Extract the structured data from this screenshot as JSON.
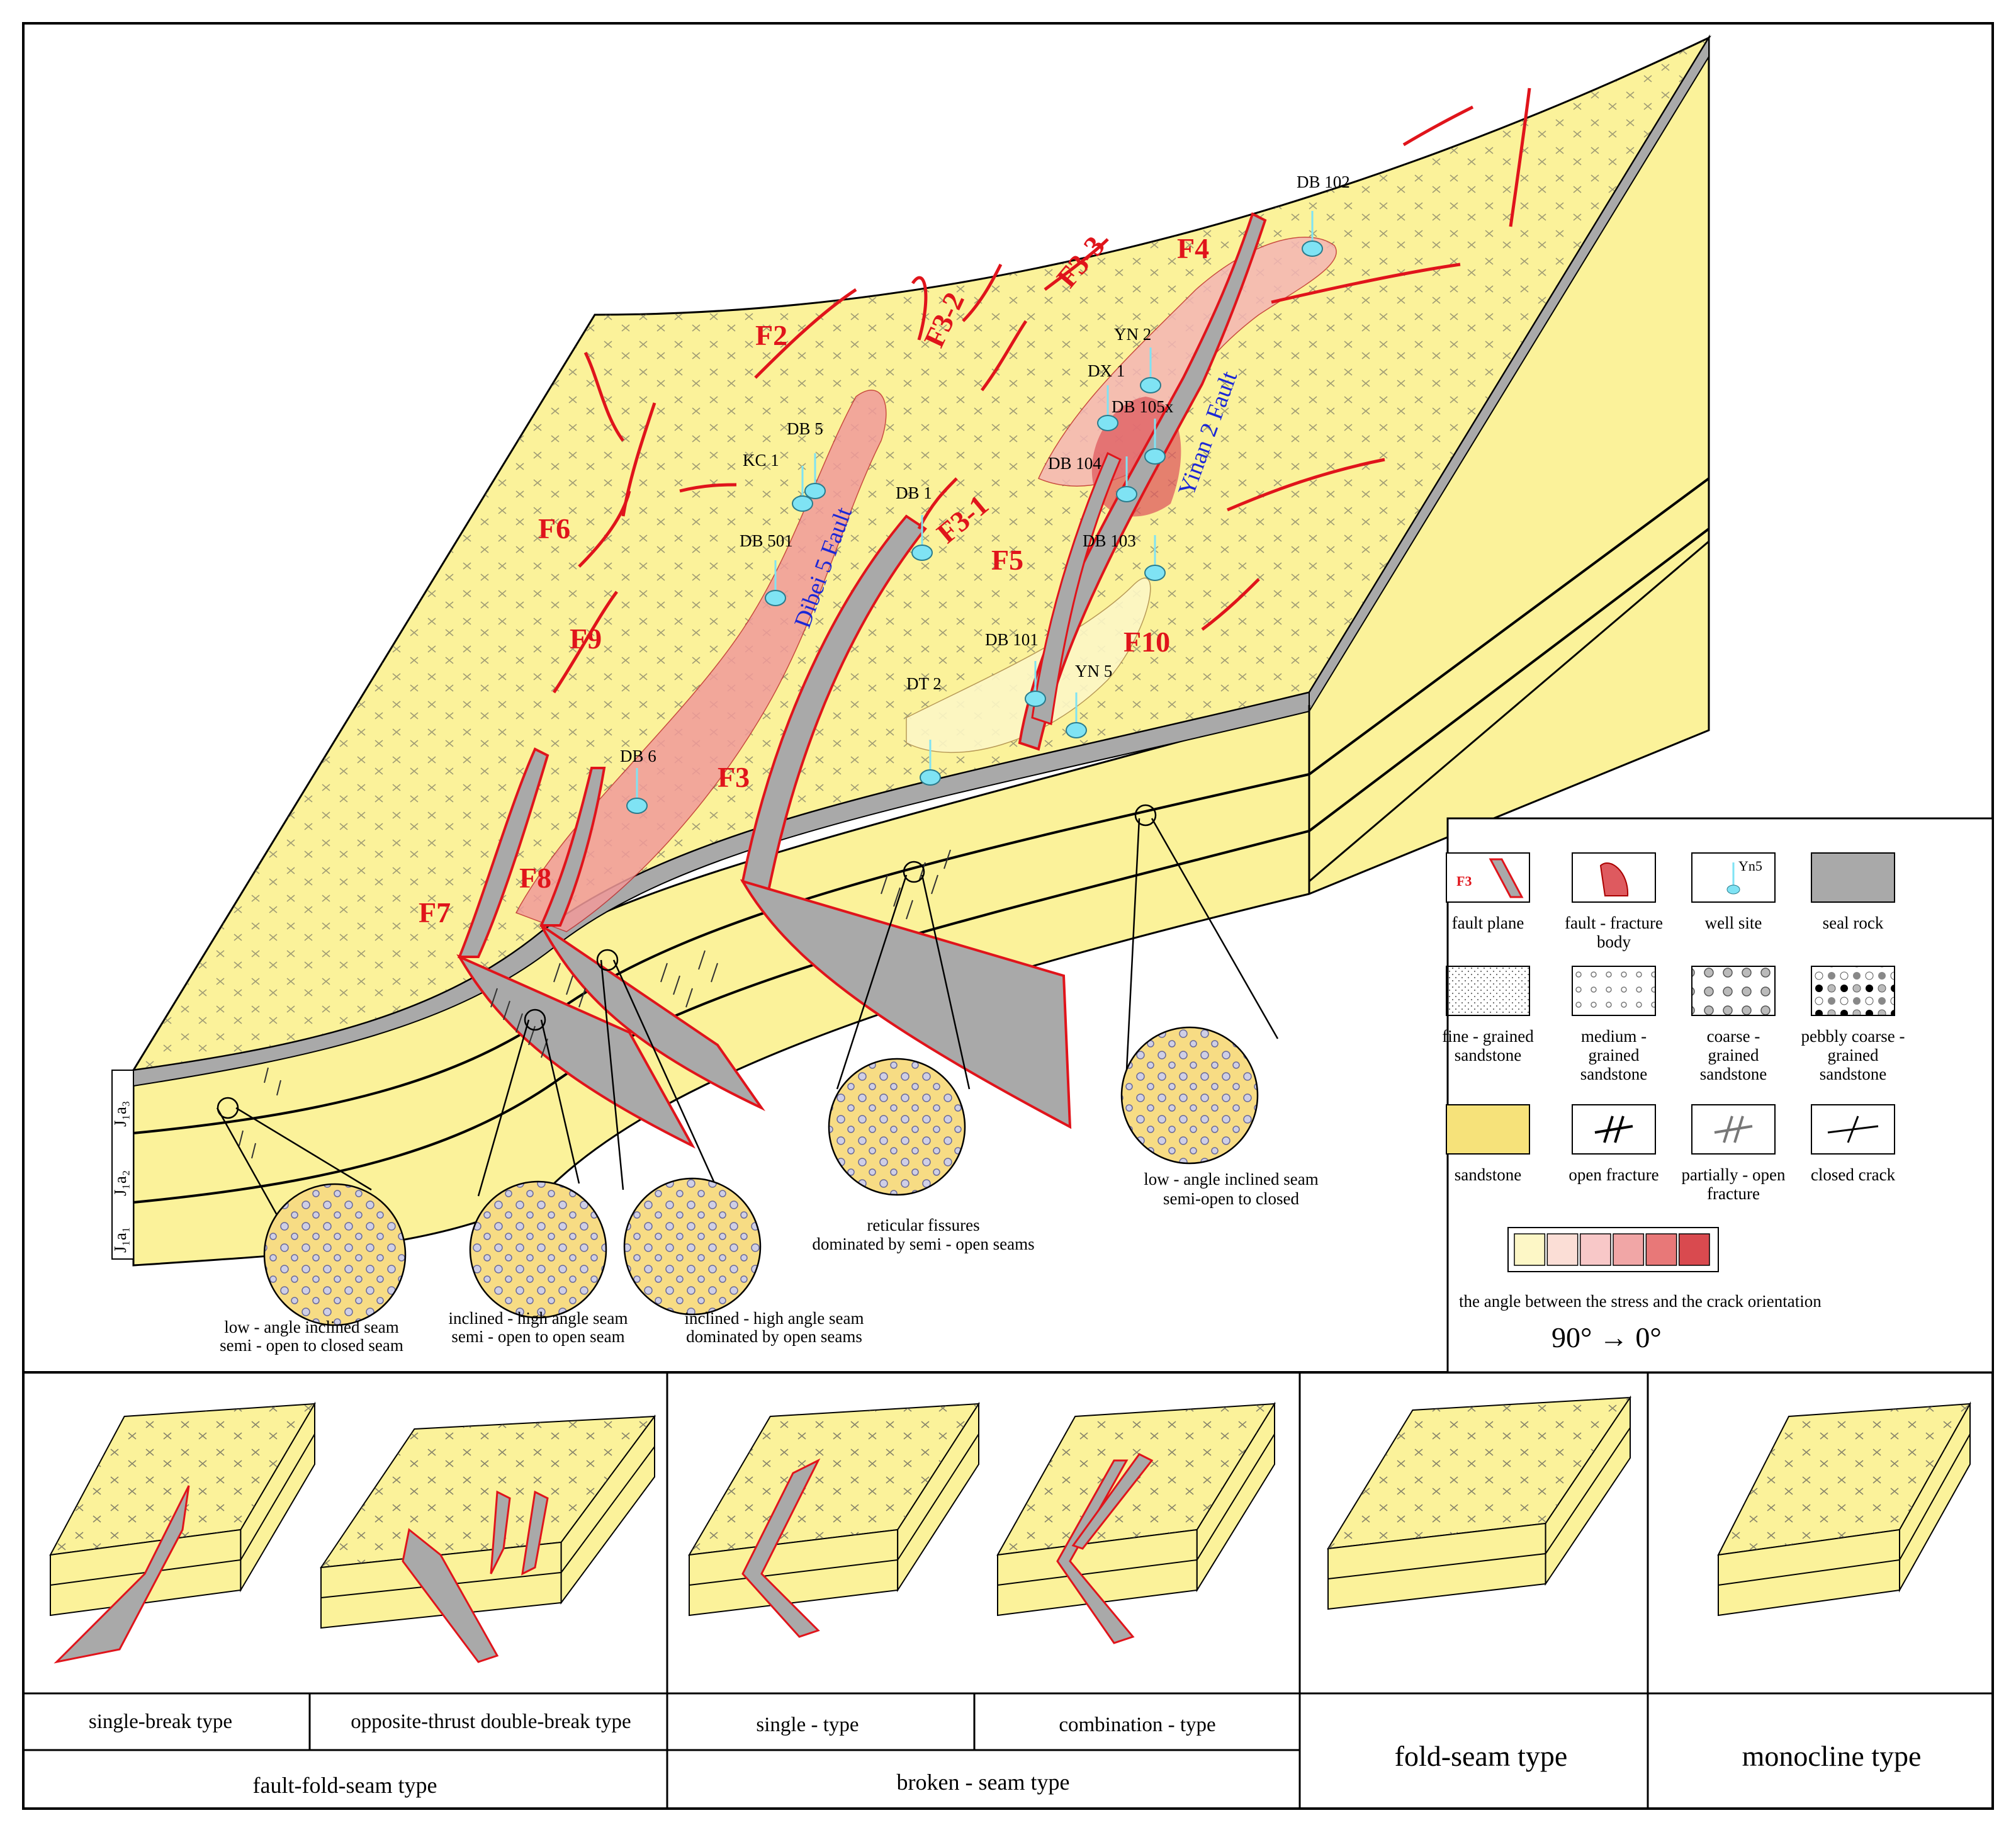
{
  "fault_labels": [
    "F2",
    "F3-2",
    "F3-3",
    "F4",
    "F6",
    "F3-1",
    "F5",
    "F9",
    "F10",
    "F3",
    "F8",
    "F7"
  ],
  "named_faults": {
    "dibei": "Dibei 5 Fault",
    "yinan": "Yinan 2 Fault"
  },
  "wells": [
    "DB 102",
    "YN 2",
    "DX 1",
    "DB 105x",
    "DB 5",
    "KC 1",
    "DB 104",
    "DB 1",
    "DB 501",
    "DB 103",
    "DB 101",
    "YN 5",
    "DT 2",
    "DB 6"
  ],
  "strata_labels": [
    "J₁a₃",
    "J₁a₂",
    "J₁a₁"
  ],
  "callouts": {
    "c1": [
      "low - angle inclined seam",
      "semi - open to closed seam"
    ],
    "c2": [
      "inclined - high angle seam",
      "semi - open to open seam"
    ],
    "c3": [
      "inclined - high angle seam",
      "dominated by open seams"
    ],
    "c4": [
      "reticular fissures",
      "dominated by semi - open seams"
    ],
    "c5": [
      "low - angle inclined seam",
      "semi-open to closed"
    ]
  },
  "legend": {
    "items": [
      {
        "name": "fault-plane",
        "label": [
          "fault plane"
        ],
        "symbol_text": "F3"
      },
      {
        "name": "fault-fracture-body",
        "label": [
          "fault - fracture",
          "body"
        ]
      },
      {
        "name": "well-site",
        "label": [
          "well site"
        ],
        "symbol_text": "Yn5"
      },
      {
        "name": "seal-rock",
        "label": [
          "seal rock"
        ]
      },
      {
        "name": "fine-grained-sandstone",
        "label": [
          "fine - grained",
          "sandstone"
        ]
      },
      {
        "name": "medium-grained-sandstone",
        "label": [
          "medium -",
          "grained",
          "sandstone"
        ]
      },
      {
        "name": "coarse-grained-sandstone",
        "label": [
          "coarse -",
          "grained",
          "sandstone"
        ]
      },
      {
        "name": "pebbly-coarse-grained-sandstone",
        "label": [
          "pebbly coarse -",
          "grained",
          "sandstone"
        ]
      },
      {
        "name": "sandstone",
        "label": [
          "sandstone"
        ]
      },
      {
        "name": "open-fracture",
        "label": [
          "open fracture"
        ]
      },
      {
        "name": "partially-open-fracture",
        "label": [
          "partially - open",
          "fracture"
        ]
      },
      {
        "name": "closed-crack",
        "label": [
          "closed crack"
        ]
      }
    ],
    "gradient_caption": "the angle between the stress and the crack orientation",
    "gradient_range": "90° → 0°",
    "gradient_colors": [
      "#fdf7c6",
      "#fbded6",
      "#f8c8c8",
      "#f1a6a6",
      "#e87878",
      "#d94a4f"
    ]
  },
  "types": {
    "sub_labels": [
      "single-break type",
      "opposite-thrust double-break type",
      "single - type",
      "combination - type"
    ],
    "categories": [
      "fault-fold-seam type",
      "broken - seam type",
      "fold-seam type",
      "monocline type"
    ]
  },
  "colors": {
    "sand": "#fbf29a",
    "sand_dark": "#f6e27a",
    "fault_red": "#e0141b",
    "seal_grey": "#a9a9a9",
    "well_cyan": "#7fe3f4",
    "fault_body": "#f19a9a",
    "fault_body_dark": "#de5a5f"
  }
}
